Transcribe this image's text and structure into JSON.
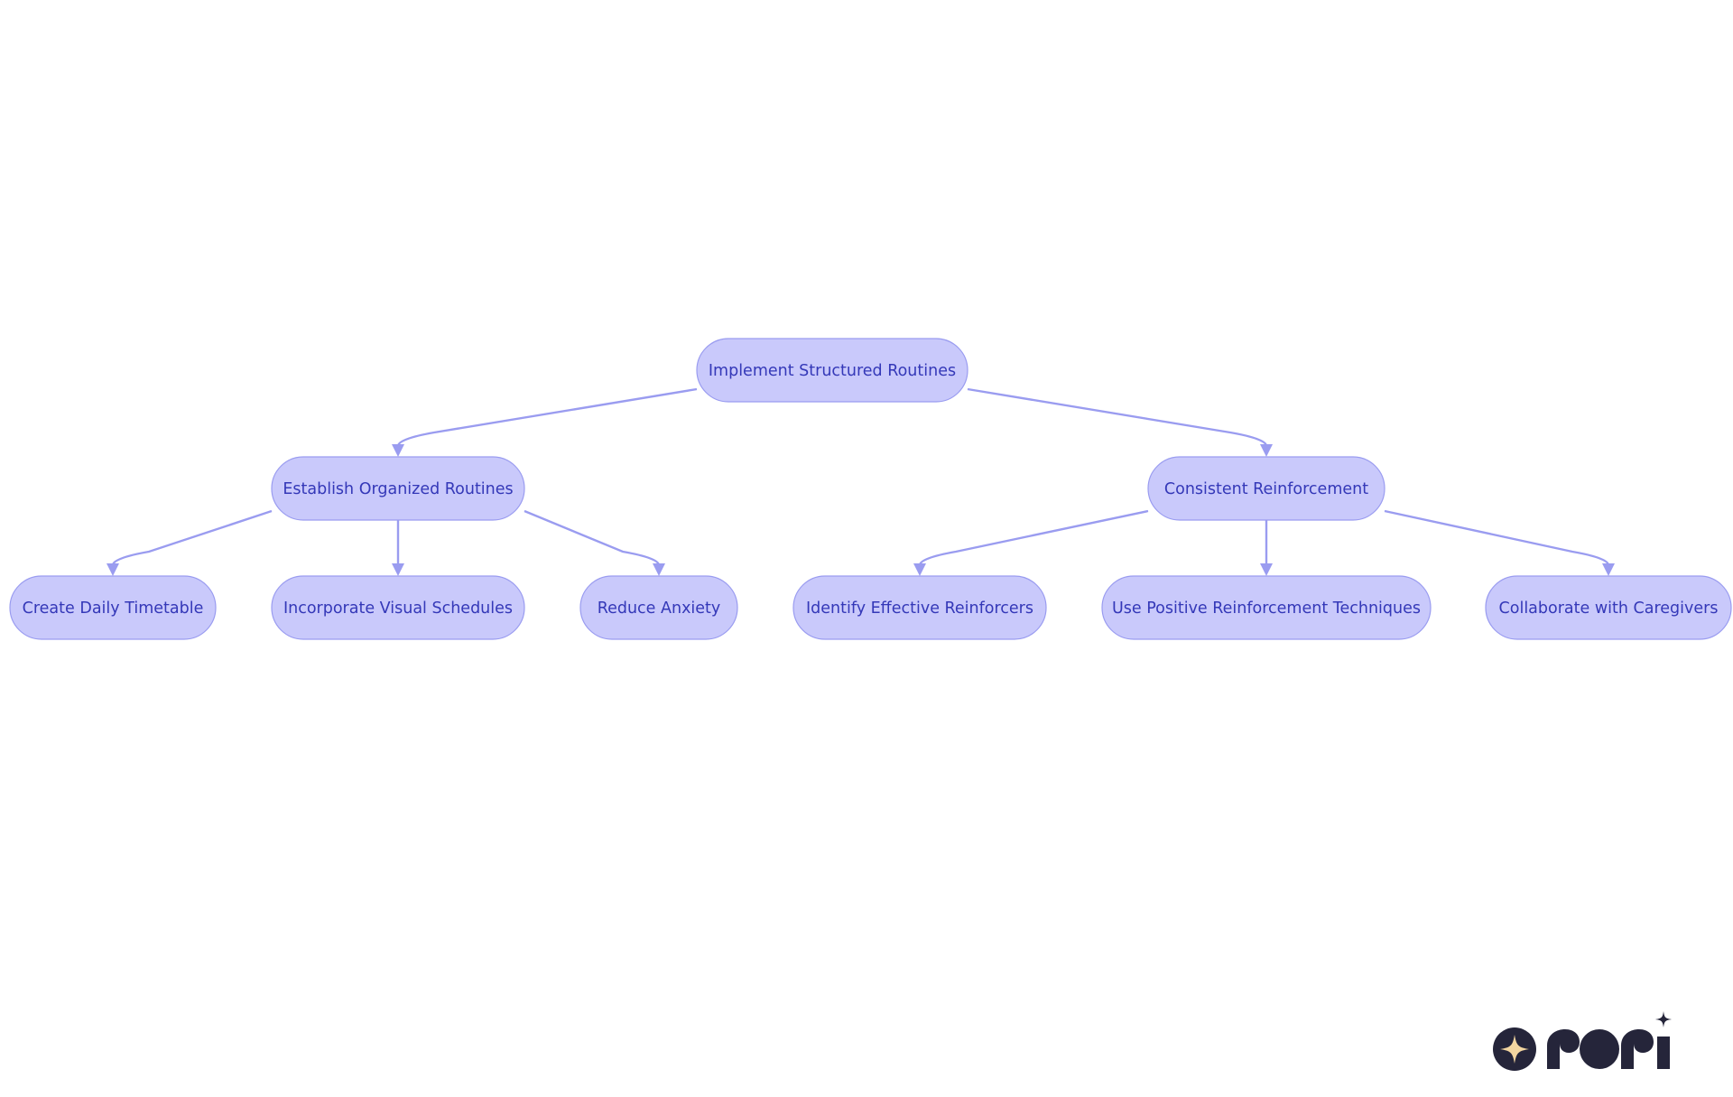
{
  "diagram": {
    "type": "tree",
    "direction": "top-down",
    "colors": {
      "node_fill": "#c9c9fb",
      "node_border": "#9a9cf0",
      "text": "#3438b8",
      "edge": "#9a9cf0"
    },
    "nodes": [
      {
        "id": "root",
        "label": "Implement Structured Routines"
      },
      {
        "id": "organized",
        "label": "Establish Organized Routines"
      },
      {
        "id": "reinforcement",
        "label": "Consistent Reinforcement"
      },
      {
        "id": "timetable",
        "label": "Create Daily Timetable"
      },
      {
        "id": "visual",
        "label": "Incorporate Visual Schedules"
      },
      {
        "id": "anxiety",
        "label": "Reduce Anxiety"
      },
      {
        "id": "reinforcers",
        "label": "Identify Effective Reinforcers"
      },
      {
        "id": "positive",
        "label": "Use Positive Reinforcement Techniques"
      },
      {
        "id": "caregivers",
        "label": "Collaborate with Caregivers"
      }
    ],
    "edges": [
      [
        "root",
        "organized"
      ],
      [
        "root",
        "reinforcement"
      ],
      [
        "organized",
        "timetable"
      ],
      [
        "organized",
        "visual"
      ],
      [
        "organized",
        "anxiety"
      ],
      [
        "reinforcement",
        "reinforcers"
      ],
      [
        "reinforcement",
        "positive"
      ],
      [
        "reinforcement",
        "caregivers"
      ]
    ]
  },
  "logo": {
    "name": "rori-logo",
    "text": "rori",
    "colors": {
      "dark": "#25253a",
      "star": "#f3d6a0"
    }
  }
}
